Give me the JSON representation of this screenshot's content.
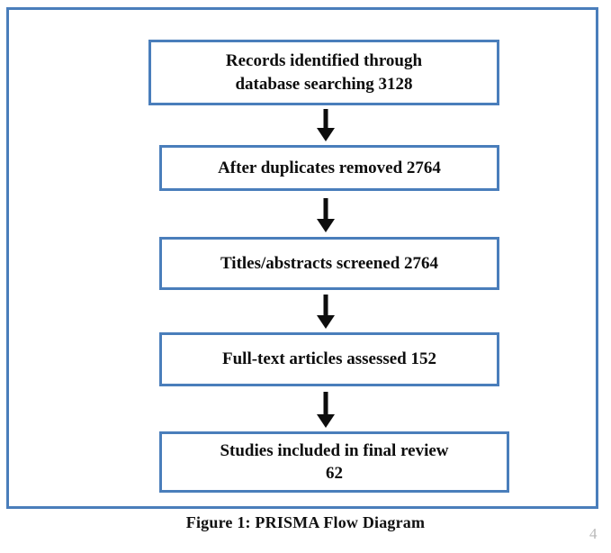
{
  "figure": {
    "caption": "Figure 1: PRISMA Flow Diagram",
    "page_mark": "4",
    "frame_color": "#4a7ebb",
    "box_border_color": "#4a7ebb",
    "arrow_color": "#0d0d0d",
    "text_color": "#0d0d0d"
  },
  "flow": {
    "steps": [
      {
        "label": "Records identified through\ndatabase searching 3128",
        "count": 3128
      },
      {
        "label": "After duplicates removed 2764",
        "count": 2764
      },
      {
        "label": "Titles/abstracts screened 2764",
        "count": 2764
      },
      {
        "label": "Full-text articles assessed 152",
        "count": 152
      },
      {
        "label": "Studies included in final review\n62",
        "count": 62
      }
    ],
    "arrows": [
      {
        "name": "arrow-identification-to-duplicates"
      },
      {
        "name": "arrow-duplicates-to-screening"
      },
      {
        "name": "arrow-screening-to-fulltext"
      },
      {
        "name": "arrow-fulltext-to-included"
      }
    ]
  }
}
